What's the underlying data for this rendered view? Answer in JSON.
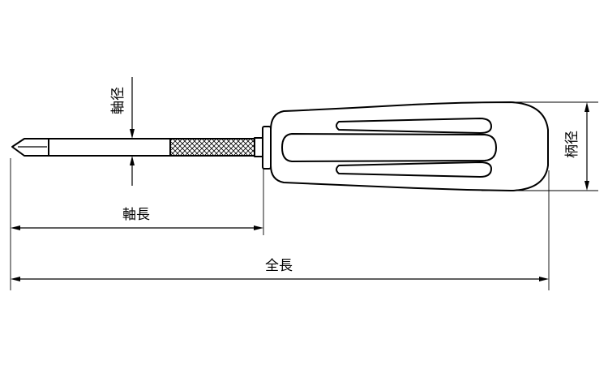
{
  "labels": {
    "shaft_diameter": "軸径",
    "handle_diameter": "柄径",
    "shaft_length": "軸長",
    "overall_length": "全長"
  },
  "colors": {
    "line": "#000000",
    "background": "#ffffff"
  }
}
